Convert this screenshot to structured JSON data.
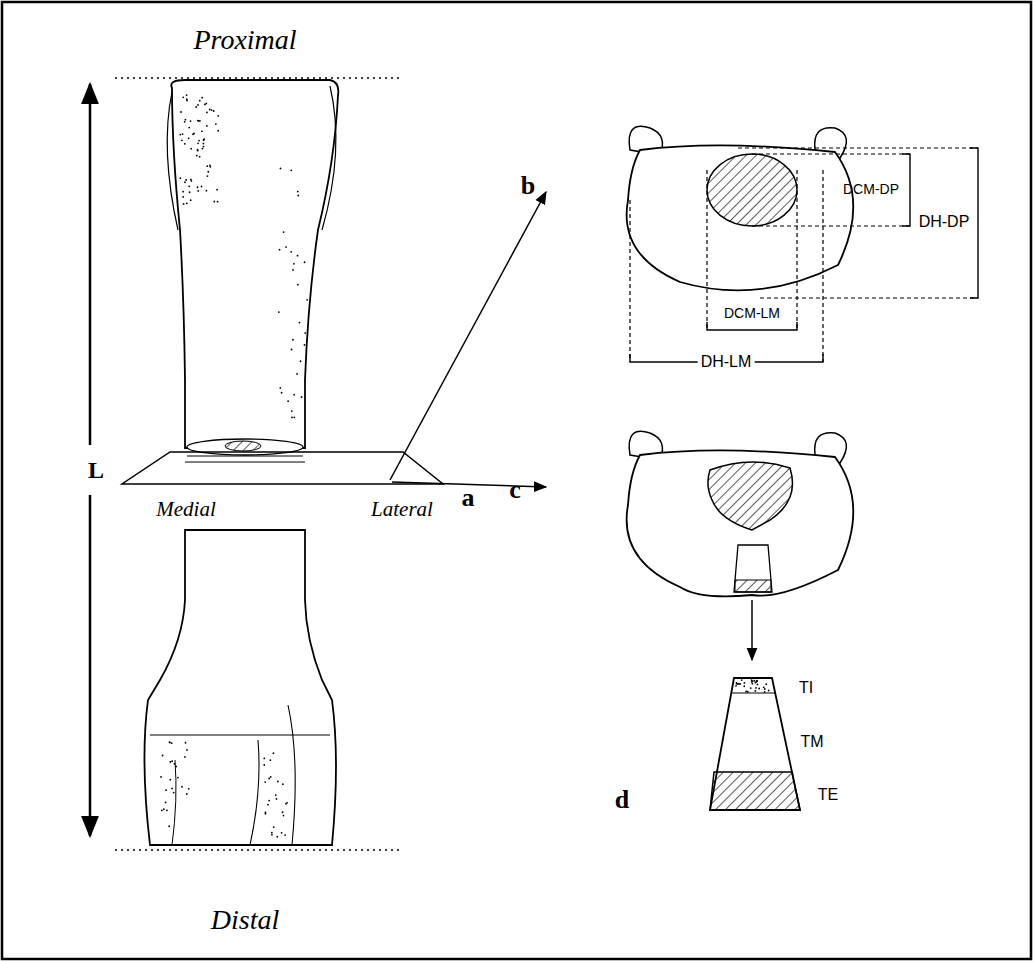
{
  "diagram": {
    "labels": [
      "Proximal",
      "b",
      "DCM-DP",
      "DH-DP",
      "DCM-LM",
      "DH-LM",
      "L",
      "a",
      "Medial",
      "Lateral",
      "c",
      "TI",
      "TM",
      "d",
      "TE",
      "Distal"
    ]
  }
}
